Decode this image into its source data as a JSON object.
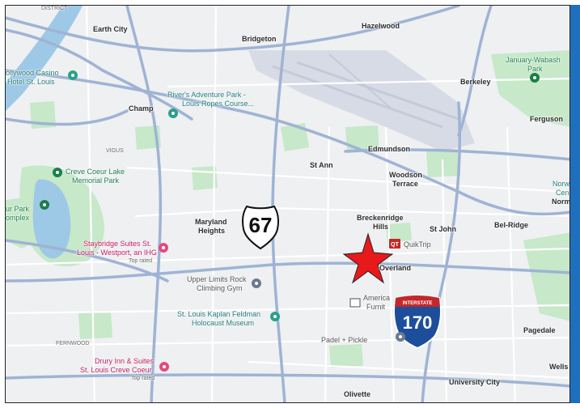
{
  "map": {
    "colors": {
      "land": "#eef0f2",
      "road_major": "#9fb3d4",
      "road_minor": "#ffffff",
      "water": "#9ec9e6",
      "park": "#c7e8c9",
      "airport": "#d7dbe6",
      "accent_star": "#e8191b"
    },
    "labels": {
      "district": "DISTRICT",
      "earth_city": "Earth City",
      "bridgeton": "Bridgeton",
      "hazelwood": "Hazelwood",
      "casino_1": "ollywood Casino",
      "casino_2": "Hotel St. Louis",
      "january_wabash_1": "January-Wabash",
      "january_wabash_2": "Park",
      "berkeley": "Berkeley",
      "champ": "Champ",
      "river_adv_1": "River's Adventure Park -",
      "river_adv_2": "Louis Ropes Course...",
      "ferguson": "Ferguson",
      "vigus": "VIGUS",
      "edmundson": "Edmundson",
      "creve_lake_1": "Creve Coeur Lake",
      "creve_lake_2": "Memorial Park",
      "st_ann": "St Ann",
      "woodson_1": "Woodson",
      "woodson_2": "Terrace",
      "norw": "Norw",
      "cen": "Cen",
      "norm": "Norm",
      "ur_park_1": "ur Park",
      "ur_park_2": "omplex",
      "maryland_1": "Maryland",
      "maryland_2": "Heights",
      "breckenridge_1": "Breckenridge",
      "breckenridge_2": "Hills",
      "st_john": "St John",
      "bel_ridge": "Bel-Ridge",
      "quiktrip": "QuikTrip",
      "staybridge_1": "Staybridge Suites St.",
      "staybridge_2": "Louis - Westport, an IHG",
      "staybridge_3": "Top rated",
      "overland": "Overland",
      "upper_limits_1": "Upper Limits Rock",
      "upper_limits_2": "Climbing Gym",
      "american_1": "America",
      "american_2": "Furnit",
      "kaplan_1": "St. Louis Kaplan Feldman",
      "kaplan_2": "Holocaust Museum",
      "pagedale": "Pagedale",
      "fernwood": "FERNWOOD",
      "padel": "Padel + Pickle",
      "drury_1": "Drury Inn & Suites",
      "drury_2": "St. Louis Creve Coeur",
      "drury_3": "Top rated",
      "wells": "Wells",
      "university_city": "University City",
      "olivette": "Olivette"
    },
    "shields": {
      "us_67": "67",
      "i_170_header": "INTERSTATE",
      "i_170": "170",
      "qt_logo": "QT"
    },
    "icons": [
      "star-marker-icon",
      "us-highway-shield-icon",
      "interstate-shield-icon",
      "park-pin-icon",
      "hotel-pin-icon",
      "museum-pin-icon",
      "shopping-pin-icon"
    ]
  }
}
